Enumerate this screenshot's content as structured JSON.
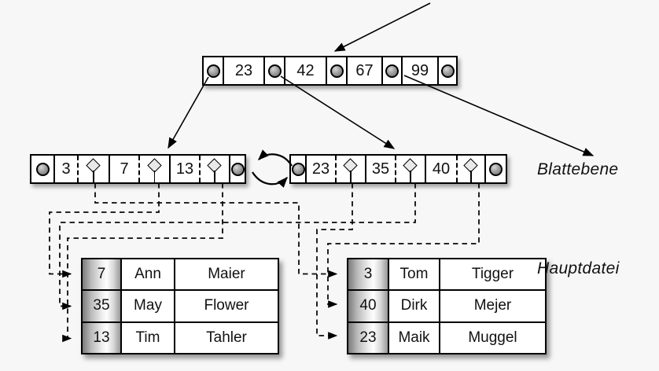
{
  "colors": {
    "background": "#f7f7f7",
    "node_fill": "#ffffff",
    "border": "#000000",
    "pointer_circle_gray": "#8f8f8f",
    "diamond_fill": "#e9e9e9"
  },
  "icons": {
    "pointer_circle": "●",
    "record_pointer_diamond": "◇"
  },
  "root_node": {
    "keys": [
      "23",
      "42",
      "67",
      "99"
    ]
  },
  "leaf_level": {
    "label": "Blattebene",
    "left_leaf": {
      "keys": [
        "3",
        "7",
        "13"
      ]
    },
    "right_leaf": {
      "keys": [
        "23",
        "35",
        "40"
      ]
    }
  },
  "main_file": {
    "label": "Hauptdatei",
    "left_table": {
      "rows": [
        {
          "key": "7",
          "first": "Ann",
          "last": "Maier"
        },
        {
          "key": "35",
          "first": "May",
          "last": "Flower"
        },
        {
          "key": "13",
          "first": "Tim",
          "last": "Tahler"
        }
      ]
    },
    "right_table": {
      "rows": [
        {
          "key": "3",
          "first": "Tom",
          "last": "Tigger"
        },
        {
          "key": "40",
          "first": "Dirk",
          "last": "Mejer"
        },
        {
          "key": "23",
          "first": "Maik",
          "last": "Muggel"
        }
      ]
    }
  }
}
